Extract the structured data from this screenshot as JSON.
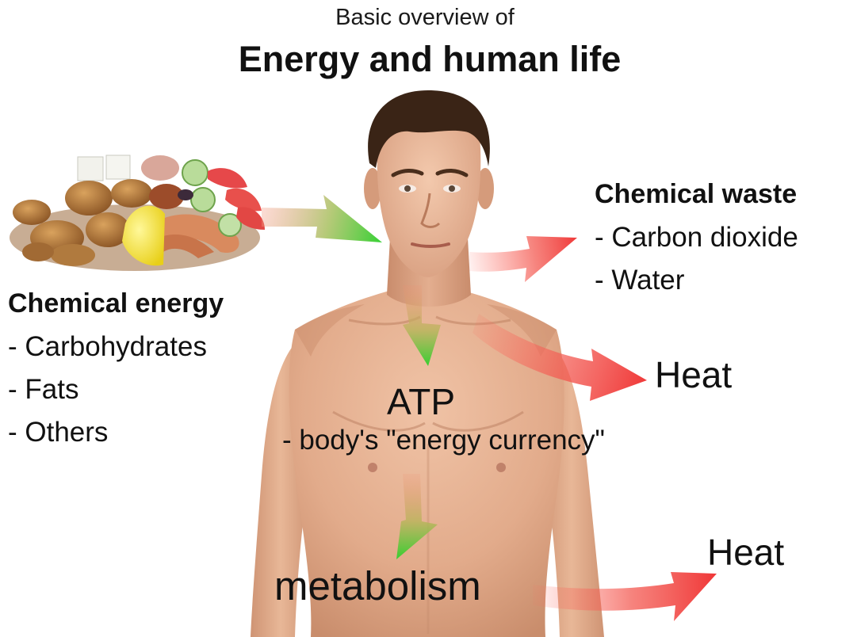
{
  "header": {
    "subtitle": "Basic overview of",
    "title": "Energy and human life"
  },
  "chemical_energy": {
    "heading": "Chemical energy",
    "items": [
      "- Carbohydrates",
      "- Fats",
      "- Others"
    ]
  },
  "chemical_waste": {
    "heading": "Chemical waste",
    "items": [
      "- Carbon dioxide",
      "- Water"
    ]
  },
  "atp": {
    "label": "ATP",
    "description": "- body's \"energy currency\""
  },
  "heat_upper": {
    "label": "Heat"
  },
  "heat_lower": {
    "label": "Heat"
  },
  "metabolism": {
    "label": "metabolism"
  },
  "colors": {
    "input_arrow": "#3fcf3a",
    "output_arrow": "#f23a3a",
    "skin": "#e6b394",
    "hair": "#3a2416",
    "text": "#111111"
  },
  "icons": {
    "food": "food-plate-image",
    "person": "human-torso-image"
  }
}
